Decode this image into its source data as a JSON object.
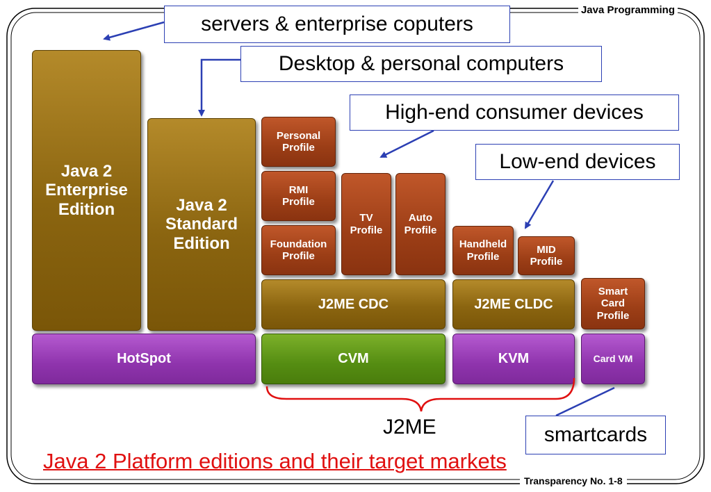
{
  "header": {
    "title": "Java Programming"
  },
  "footer": {
    "label": "Transparency No. 1-8"
  },
  "blocks": {
    "j2ee": "Java 2\nEnterprise\nEdition",
    "j2se": "Java 2\nStandard\nEdition",
    "personal_profile": "Personal\nProfile",
    "rmi_profile": "RMI\nProfile",
    "foundation_profile": "Foundation\nProfile",
    "tv_profile": "TV\nProfile",
    "auto_profile": "Auto\nProfile",
    "handheld_profile": "Handheld\nProfile",
    "mid_profile": "MID\nProfile",
    "smart_card_profile": "Smart\nCard\nProfile",
    "j2me_cdc": "J2ME CDC",
    "j2me_cldc": "J2ME CLDC",
    "hotspot": "HotSpot",
    "cvm": "CVM",
    "kvm": "KVM",
    "card_vm": "Card VM"
  },
  "callouts": {
    "servers": "servers & enterprise coputers",
    "desktop": "Desktop & personal computers",
    "high_end": "High-end consumer devices",
    "low_end": "Low-end devices",
    "smartcards": "smartcards"
  },
  "brace_label": "J2ME",
  "caption": "Java 2 Platform editions and their target markets",
  "colors": {
    "gold": "#8b6510",
    "rust": "#9c3e16",
    "purple": "#8f34ad",
    "green": "#558d12",
    "callout_border": "#2b3fb3",
    "arrow": "#2b3fb3",
    "brace": "#e01010",
    "caption": "#e01010"
  }
}
